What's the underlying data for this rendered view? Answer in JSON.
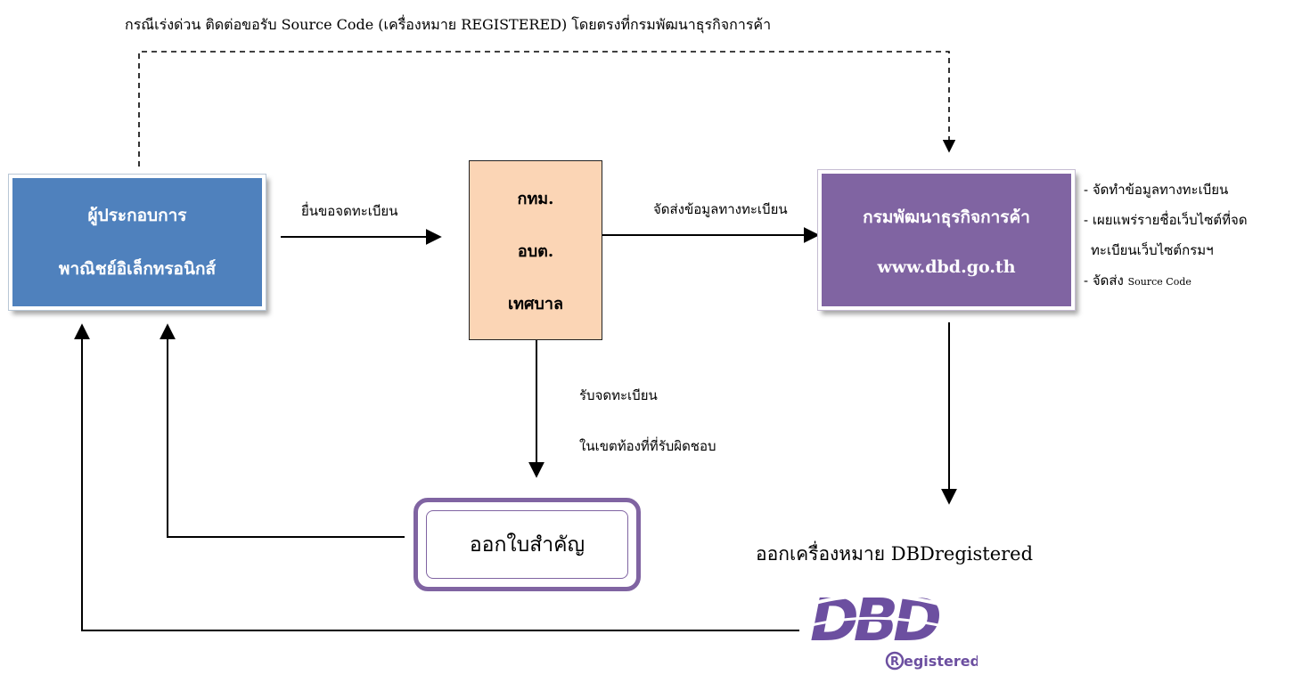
{
  "top_note": "กรณีเร่งด่วน ติดต่อขอรับ Source Code (เครื่องหมาย REGISTERED) โดยตรงที่กรมพัฒนาธุรกิจการค้า",
  "nodes": {
    "entrepreneur": {
      "line1": "ผู้ประกอบการ",
      "line2": "พาณิชย์อิเล็กทรอนิกส์",
      "fill": "#4f81bd"
    },
    "local_office": {
      "line1": "กทม.",
      "line2": "อบต.",
      "line3": "เทศบาล",
      "fill": "#fbd5b5"
    },
    "dbd": {
      "line1": "กรมพัฒนาธุรกิจการค้า",
      "line2": "www.dbd.go.th",
      "fill": "#8064a2"
    },
    "certificate": {
      "label": "ออกใบสำคัญ",
      "border": "#8064a2"
    }
  },
  "edges": {
    "apply": "ยื่นขอจดทะเบียน",
    "send_data": "จัดส่งข้อมูลทางทะเบียน",
    "receive_line1": "รับจดทะเบียน",
    "receive_line2": "ในเขตท้องที่ที่รับผิดชอบ"
  },
  "dbd_tasks": {
    "item1": "- จัดทำข้อมูลทางทะเบียน",
    "item2a": "- เผยแพร่รายชื่อเว็บไซต์ที่จด",
    "item2b": "ทะเบียนเว็บไซต์กรมฯ",
    "item3_prefix": "- จัดส่ง",
    "item3_suffix": "Source Code"
  },
  "issue_mark": "ออกเครื่องหมาย DBDregistered",
  "logo": {
    "mark": "DBD",
    "tagline": "Registered",
    "color": "#8064a2"
  }
}
